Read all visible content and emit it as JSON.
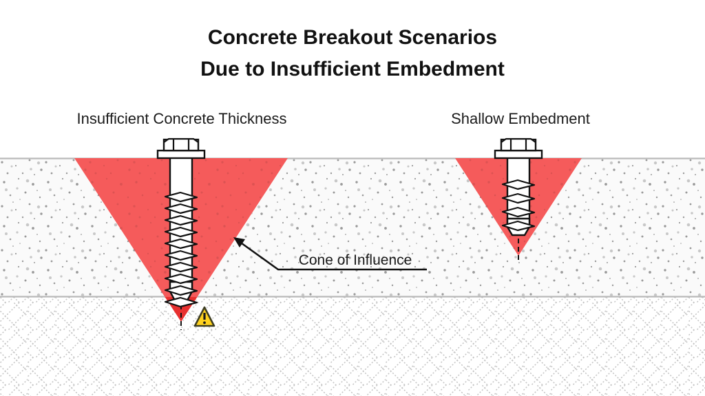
{
  "figure": {
    "title_line1": "Concrete Breakout Scenarios",
    "title_line2": "Due to Insufficient Embedment",
    "background_color": "#ffffff",
    "title_color": "#111111"
  },
  "scenarios": [
    {
      "id": "insufficient-concrete-thickness",
      "label": "Insufficient Concrete Thickness",
      "fastener": "hex-head-concrete-screw",
      "thread_count": 11,
      "cone_breaches_substrate": true,
      "has_warning": true
    },
    {
      "id": "shallow-embedment",
      "label": "Shallow Embedment",
      "fastener": "hex-head-concrete-screw",
      "thread_count": 4,
      "cone_breaches_substrate": false,
      "has_warning": false
    }
  ],
  "annotation": {
    "label": "Cone of Influence",
    "leader": "arrow-pointing-to-cone-edge"
  },
  "layers": {
    "concrete": {
      "name": "concrete",
      "fill": "#fafafa",
      "edge": "#b9b9b9",
      "speckle": "#9a9a9a"
    },
    "substrate": {
      "name": "substrate",
      "fill": "#ffffff",
      "hatch": "#c3c3c3"
    }
  },
  "colors": {
    "cone_red": "#f55b5b",
    "warning_yellow": "#ffd21e",
    "warning_outline": "#3d3d22",
    "steel_fill": "#ffffff",
    "steel_line": "#111111"
  },
  "icons": {
    "warning": "warning-triangle-icon"
  }
}
